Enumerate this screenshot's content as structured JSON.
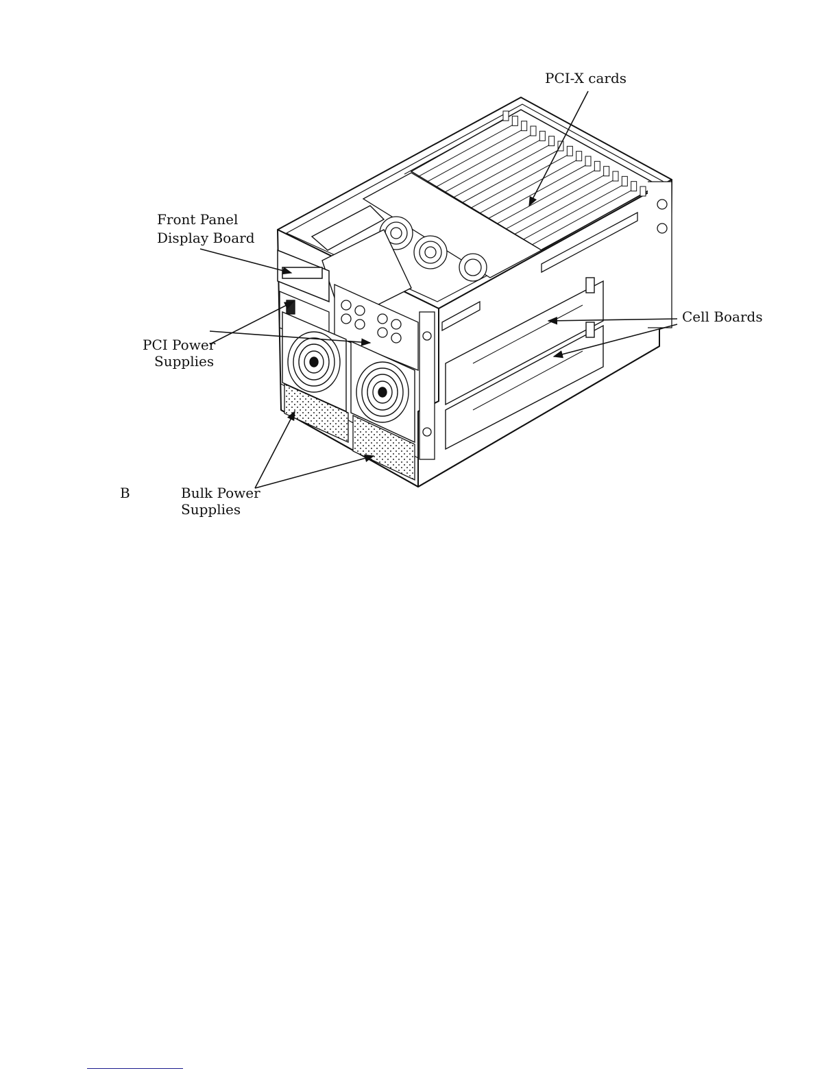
{
  "labels": {
    "pci_x_cards": "PCI-X cards",
    "front_panel_line1": "Front Panel",
    "front_panel_line2": "Display Board",
    "pci_power_line1": "PCI Power",
    "pci_power_line2": "Supplies",
    "cell_boards": "Cell Boards",
    "bulk_power_line1": "Bulk Power",
    "bulk_power_line2": "Supplies",
    "figure_letter": "B"
  }
}
